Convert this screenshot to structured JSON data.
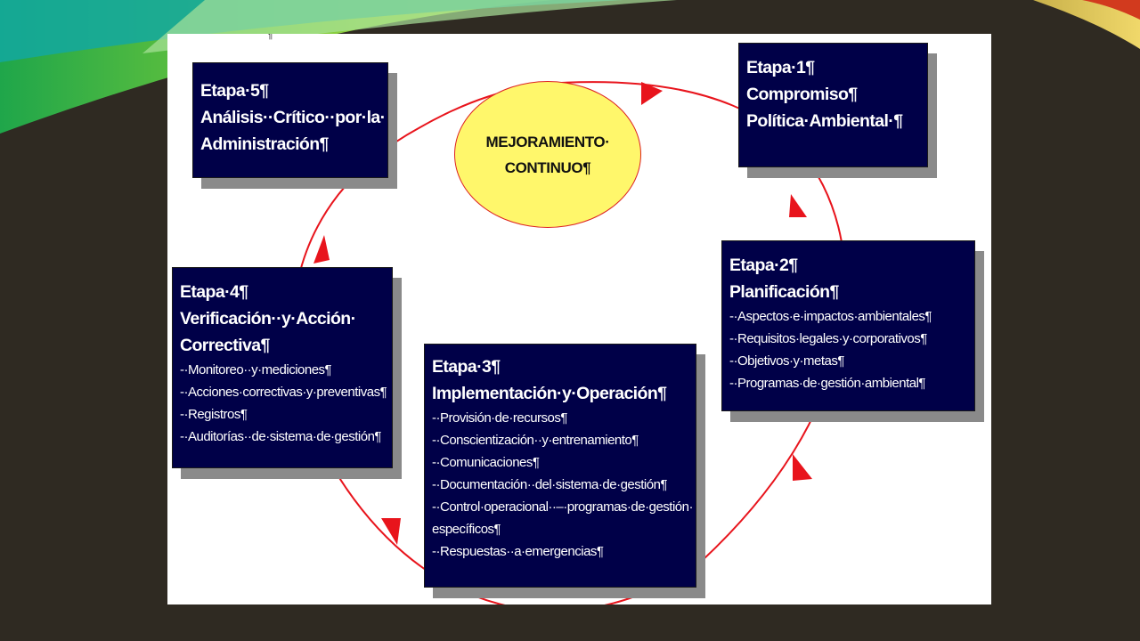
{
  "center": {
    "line1": "MEJORAMIENTO·",
    "line2": "CONTINUO¶"
  },
  "top_mark": "¶",
  "stages": {
    "s1": {
      "lines": [
        "Etapa·1¶",
        "Compromiso¶",
        "Política·Ambiental·¶"
      ],
      "items": []
    },
    "s2": {
      "lines": [
        "Etapa·2¶",
        "Planificación¶"
      ],
      "items": [
        "-·Aspectos·e·impactos·ambientales¶",
        "-·Requisitos·legales·y·corporativos¶",
        "-·Objetivos·y·metas¶",
        "-·Programas·de·gestión·ambiental¶"
      ]
    },
    "s3": {
      "lines": [
        "Etapa·3¶",
        "Implementación·y·Operación¶"
      ],
      "items": [
        "-·Provisión·de·recursos¶",
        "-·Conscientización··y·entrenamiento¶",
        "-·Comunicaciones¶",
        "-·Documentación··del·sistema·de·gestión¶",
        "-·Control·operacional··–·programas·de·gestión·",
        "específicos¶",
        "-·Respuestas··a·emergencias¶"
      ]
    },
    "s4": {
      "lines": [
        "Etapa·4¶",
        "Verificación··y·Acción·",
        "Correctiva¶"
      ],
      "items": [
        "-·Monitoreo··y·mediciones¶",
        "-·Acciones·correctivas·y·preventivas¶",
        "-·Registros¶",
        "-·Auditorías··de·sistema·de·gestión¶"
      ]
    },
    "s5": {
      "lines": [
        "Etapa·5¶",
        "Análisis··Crítico··por·la·",
        "Administración¶"
      ],
      "items": []
    }
  },
  "colors": {
    "box_fill": "#000048",
    "ellipse_fill": "#fff76b",
    "arrow": "#e8141c",
    "slide_background": "#2f2a22"
  }
}
